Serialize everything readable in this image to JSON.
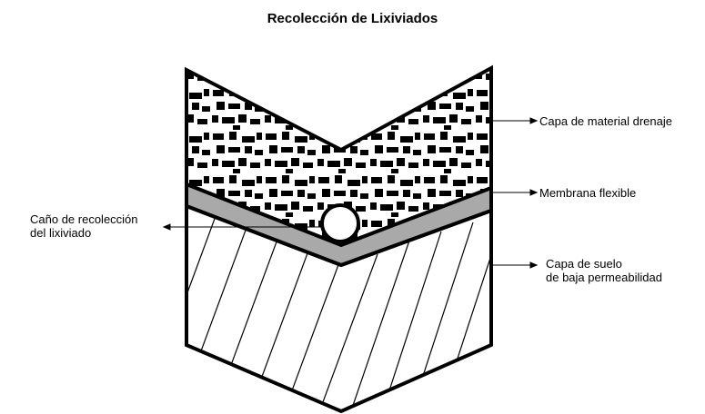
{
  "title": "Recolección de Lixiviados",
  "labels": {
    "drainage": "Capa de material drenaje",
    "membrane": "Membrana flexible",
    "soil_line1": "Capa de suelo",
    "soil_line2": "de baja permeabilidad",
    "pipe_line1": "Caño de recolección",
    "pipe_line2": "del lixiviado"
  },
  "colors": {
    "outline": "#000000",
    "membrane_fill": "#a9a9a9",
    "background": "#ffffff"
  },
  "icons": [
    "arrow-right-icon",
    "arrow-left-icon",
    "pipe-circle-icon"
  ]
}
